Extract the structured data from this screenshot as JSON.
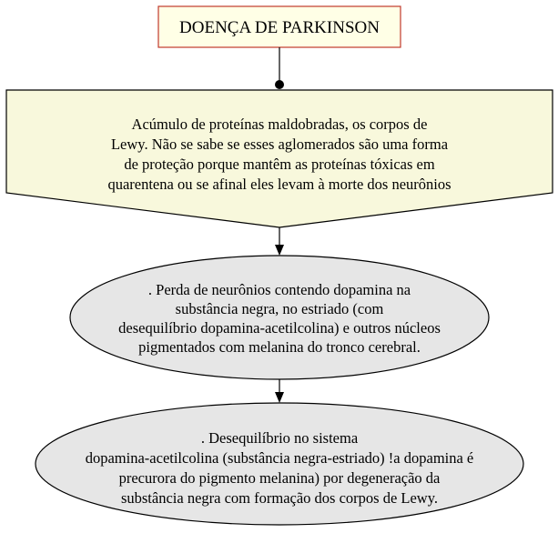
{
  "title": "DOENÇA DE PARKINSON",
  "nodes": {
    "shield": {
      "lines": [
        "Acúmulo de proteínas maldobradas, os corpos de",
        "Lewy. Não se sabe se esses aglomerados são uma forma",
        "de proteção porque mantêm as proteínas tóxicas em",
        "quarentena ou se afinal eles levam à morte dos neurônios"
      ]
    },
    "ellipse1": {
      "lines": [
        ". Perda de neurônios contendo dopamina na",
        "substância negra, no estriado (com",
        "desequilíbrio dopamina-acetilcolina) e outros núcleos",
        "pigmentados com melanina do tronco cerebral."
      ]
    },
    "ellipse2": {
      "lines": [
        ". Desequilíbrio no sistema",
        "dopamina-acetilcolina (substância negra-estriado) !a dopamina é",
        "precurora do pigmento melanina) por degeneração da",
        "substância negra com formação dos corpos de Lewy."
      ]
    }
  },
  "colors": {
    "title_fill": "#ffffe6",
    "title_border": "#c0392b",
    "shield_fill": "#f8f8dc",
    "ellipse_fill": "#e6e6e6",
    "stroke": "#000000"
  }
}
